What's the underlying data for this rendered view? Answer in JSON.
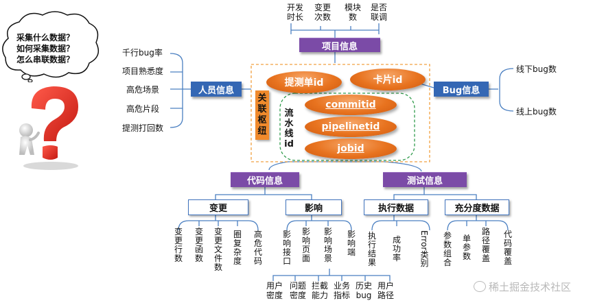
{
  "cloud": {
    "lines": [
      "采集什么数据？",
      "如何采集数据？",
      "怎么串联数据？"
    ]
  },
  "project": {
    "title": "项目信息",
    "items": [
      "开发时长",
      "变更次数",
      "模块数",
      "是否联调"
    ]
  },
  "person": {
    "title": "人员信息",
    "items": [
      "千行bug率",
      "项目熟悉度",
      "高危场景",
      "高危片段",
      "提测打回数"
    ]
  },
  "bug": {
    "title": "Bug信息",
    "items": [
      "线下bug数",
      "线上bug数"
    ]
  },
  "hub": {
    "label": "关联枢纽",
    "pills_top": [
      "提测单id",
      "卡片id"
    ],
    "pipeline_label": "流水线id",
    "pills_pipeline": [
      "commitid",
      "pipelinetid",
      "jobid"
    ]
  },
  "code": {
    "title": "代码信息",
    "change": {
      "title": "变更",
      "items": [
        "变更行数",
        "变更函数",
        "变更文件数",
        "圈复杂度",
        "高危代码"
      ]
    },
    "impact": {
      "title": "影响",
      "items": [
        "影响接口",
        "影响页面",
        "影响场景",
        "影响端"
      ],
      "sub_items": [
        "用户密度",
        "问题密度",
        "拦截能力",
        "业务指标",
        "历史bug",
        "用户路径"
      ]
    }
  },
  "test": {
    "title": "测试信息",
    "exec": {
      "title": "执行数据",
      "items": [
        "执行结果",
        "成功率",
        "Error类别"
      ]
    },
    "coverage": {
      "title": "充分度数据",
      "items": [
        "参数组合",
        "单参数",
        "路径覆盖",
        "代码覆盖"
      ]
    }
  },
  "watermark": "稀土掘金技术社区",
  "colors": {
    "purple": "#7b4ba7",
    "blue": "#3467b4",
    "orange": "#e8731f",
    "dash_orange": "#f0a040",
    "dash_green": "#2e9a4a"
  }
}
